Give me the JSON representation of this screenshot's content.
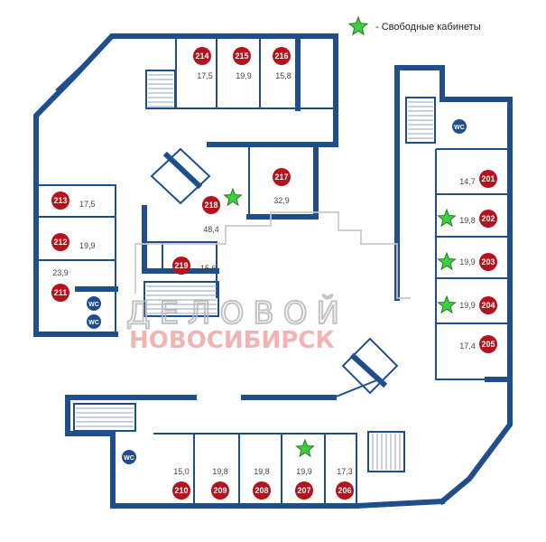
{
  "legend": {
    "label": "- Свободные кабинеты"
  },
  "watermark": {
    "line1": "ДЕЛОВОЙ",
    "line2": "НОВОСИБИРСК"
  },
  "wc_label": "WC",
  "rooms": [
    {
      "id": "214",
      "area": "17,5",
      "free": false
    },
    {
      "id": "215",
      "area": "19,9",
      "free": false
    },
    {
      "id": "216",
      "area": "15,8",
      "free": false
    },
    {
      "id": "217",
      "area": "32,9",
      "free": false
    },
    {
      "id": "218",
      "area": "48,4",
      "free": true
    },
    {
      "id": "219",
      "area": "15,6",
      "free": false
    },
    {
      "id": "213",
      "area": "17,5",
      "free": false
    },
    {
      "id": "212",
      "area": "19,9",
      "free": false
    },
    {
      "id": "211",
      "area": "23,9",
      "free": false
    },
    {
      "id": "201",
      "area": "14,7",
      "free": false
    },
    {
      "id": "202",
      "area": "19,8",
      "free": true
    },
    {
      "id": "203",
      "area": "19,9",
      "free": true
    },
    {
      "id": "204",
      "area": "19,9",
      "free": true
    },
    {
      "id": "205",
      "area": "17,4",
      "free": false
    },
    {
      "id": "210",
      "area": "15,0",
      "free": false
    },
    {
      "id": "209",
      "area": "19,8",
      "free": false
    },
    {
      "id": "208",
      "area": "19,8",
      "free": false
    },
    {
      "id": "207",
      "area": "19,9",
      "free": true
    },
    {
      "id": "206",
      "area": "17,3",
      "free": false
    }
  ],
  "colors": {
    "wall": "#1f4e8c",
    "badge": "#b5121b",
    "free_star": "#3ecf3e",
    "watermark_red": "#e88a8a"
  }
}
